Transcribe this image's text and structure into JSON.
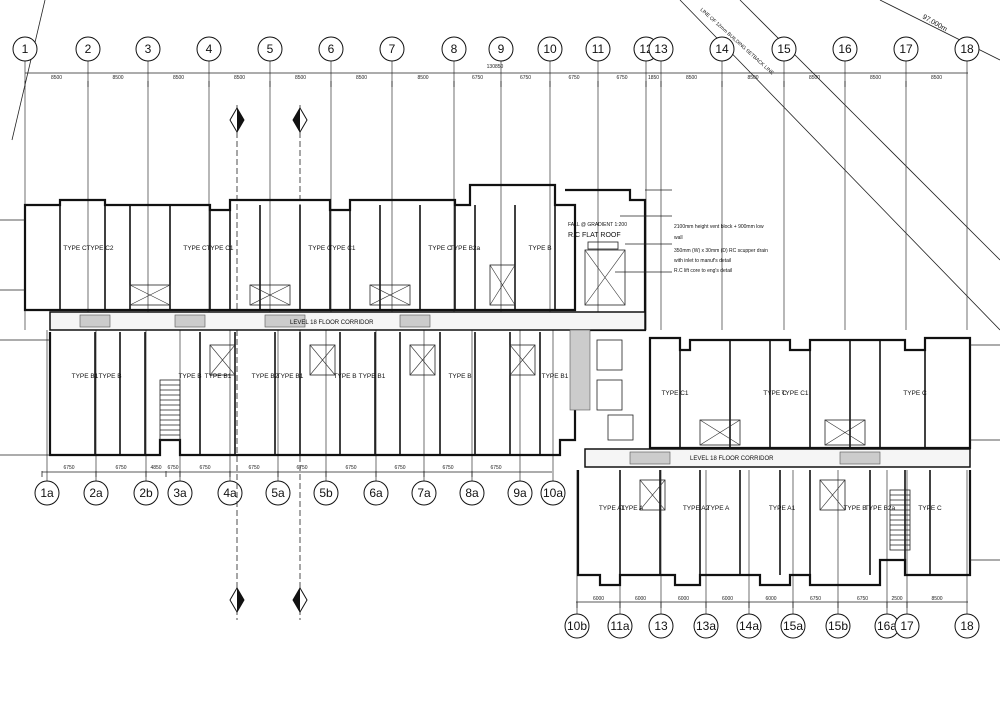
{
  "top_grid": [
    "1",
    "2",
    "3",
    "4",
    "5",
    "6",
    "7",
    "8",
    "9",
    "10",
    "11",
    "12",
    "13",
    "14",
    "15",
    "16",
    "17",
    "18"
  ],
  "bottom_left_grid": [
    "1a",
    "2a",
    "2b",
    "3a",
    "4a",
    "5a",
    "5b",
    "6a",
    "7a",
    "8a",
    "9a",
    "10a"
  ],
  "bottom_right_grid": [
    "10b",
    "11a",
    "13",
    "13a",
    "14a",
    "15a",
    "15b",
    "16a",
    "17",
    "18"
  ],
  "top_dims": [
    "8500",
    "8500",
    "8500",
    "8500",
    "8500",
    "8500",
    "8500",
    "6750",
    "6750",
    "6750",
    "6750",
    "1850",
    "8500",
    "8500",
    "8500",
    "8500",
    "8500"
  ],
  "overall_dim": "130850",
  "bottom_left_dims": [
    "6750",
    "6750",
    "4850",
    "6750",
    "6750",
    "6750",
    "6750",
    "6750",
    "6750",
    "6750",
    "6750"
  ],
  "bottom_right_dims": [
    "6000",
    "6000",
    "6000",
    "6000",
    "6000",
    "6750",
    "6750",
    "2500",
    "8500"
  ],
  "left_wing_top_types": [
    "TYPE C",
    "TYPE C2",
    "TYPE C",
    "TYPE C1",
    "TYPE C",
    "TYPE C1",
    "TYPE C",
    "TYPE B2a",
    "TYPE B"
  ],
  "left_wing_bottom_types": [
    "TYPE B1",
    "TYPE B",
    "TYPE B",
    "TYPE B1",
    "TYPE B2",
    "TYPE B1",
    "TYPE B",
    "TYPE B1",
    "TYPE B",
    "TYPE B1"
  ],
  "right_wing_top_types": [
    "TYPE C1",
    "TYPE C",
    "TYPE C1",
    "TYPE C"
  ],
  "right_wing_bottom_types": [
    "TYPE A1",
    "TYPE A",
    "TYPE A2",
    "TYPE A",
    "TYPE A1",
    "TYPE B",
    "TYPE B2a",
    "TYPE C"
  ],
  "corridor_left": "LEVEL 18 FLOOR CORRIDOR",
  "corridor_right": "LEVEL 18 FLOOR CORRIDOR",
  "setback_label": "LINE OF 12mm BUILDING SETBACK LINE",
  "corner_dim": "97.000m",
  "roof_label": "R.C FLAT ROOF",
  "roof_fall": "FALL @ GRADIENT 1:200",
  "roof_notes": [
    "2100mm height vent block + 900mm low",
    "wall",
    "350mm (W) x 30mm (D) RC scupper drain",
    "with inlet to manuf's detail",
    "R.C lift core to eng's detail"
  ]
}
